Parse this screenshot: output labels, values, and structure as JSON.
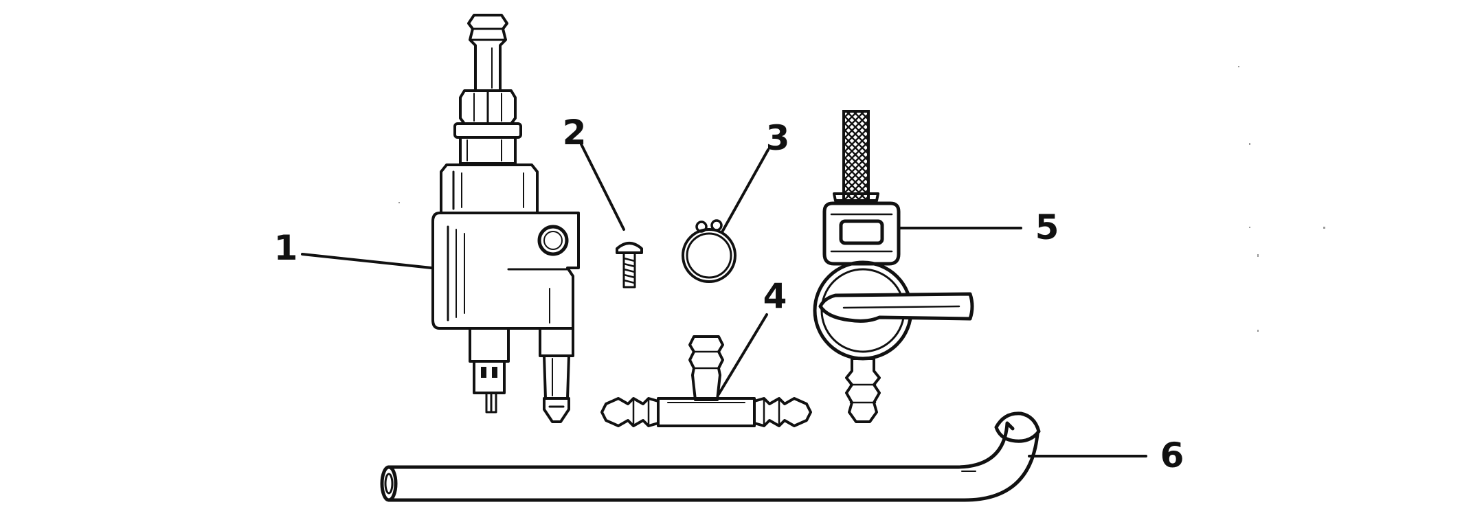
{
  "diagram": {
    "callouts": [
      {
        "label": "1",
        "part": "fuel-pump-primer-bulb-body"
      },
      {
        "label": "2",
        "part": "screw"
      },
      {
        "label": "3",
        "part": "hose-clamp"
      },
      {
        "label": "4",
        "part": "tee-fitting"
      },
      {
        "label": "5",
        "part": "fuel-valve-with-strainer"
      },
      {
        "label": "6",
        "part": "fuel-hose"
      }
    ],
    "colors": {
      "ink": "#111111",
      "background": "#ffffff"
    }
  }
}
